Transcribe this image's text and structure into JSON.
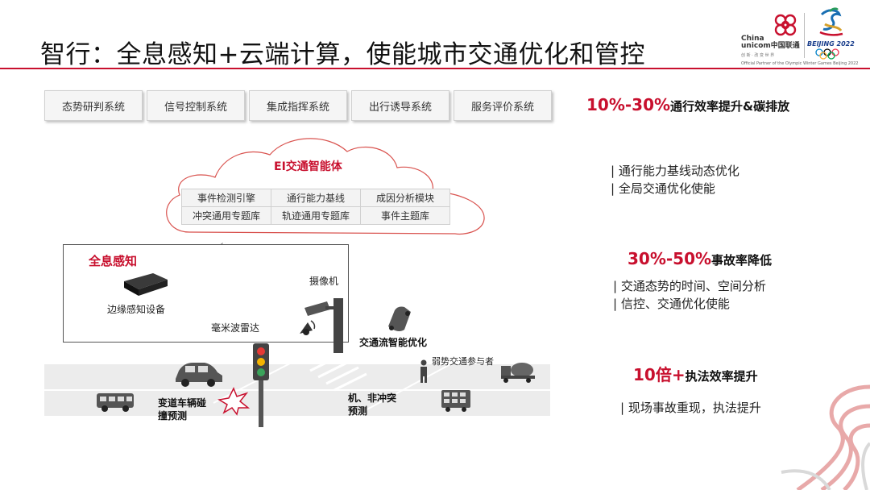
{
  "title": "智行：全息感知+云端计算，使能城市交通优化和管控",
  "logo": {
    "unicom_en_line1": "China",
    "unicom_en_line2": "unicom中国联通",
    "unicom_slogan": "创 新 · 改 变 世 界",
    "beijing_text": "BEIJING 2022",
    "partner_text": "Official Partner of the Olympic Winter Games Beijing 2022"
  },
  "systems": [
    "态势研判系统",
    "信号控制系统",
    "集成指挥系统",
    "出行诱导系统",
    "服务评价系统"
  ],
  "cloud": {
    "title": "EI交通智能体",
    "rows": [
      [
        "事件检测引擎",
        "通行能力基线",
        "成因分析模块"
      ],
      [
        "冲突通用专题库",
        "轨迹通用专题库",
        "事件主题库"
      ]
    ]
  },
  "perception": {
    "title": "全息感知",
    "edge_device": "边缘感知设备",
    "radar": "毫米波雷达",
    "camera": "摄像机"
  },
  "scene": {
    "traffic_flow": "交通流智能优化",
    "vulnerable": "弱势交通参与者",
    "collision_line1": "变道车辆碰",
    "collision_line2": "撞预测",
    "conflict_line1": "机、非冲突",
    "conflict_line2": "预测"
  },
  "stats": [
    {
      "value": "10%-30%",
      "label": "通行效率提升&碳排放",
      "desc": [
        "| 通行能力基线动态优化",
        "| 全局交通优化使能"
      ]
    },
    {
      "value": "30%-50%",
      "label": "事故率降低",
      "desc": [
        "| 交通态势的时间、空间分析",
        "| 信控、交通优化使能"
      ]
    },
    {
      "value": "10倍+",
      "label": "执法效率提升",
      "desc": [
        "| 现场事故重现，执法提升"
      ]
    }
  ],
  "colors": {
    "accent": "#c8102e",
    "text": "#222222",
    "box": "#f5f5f5"
  }
}
